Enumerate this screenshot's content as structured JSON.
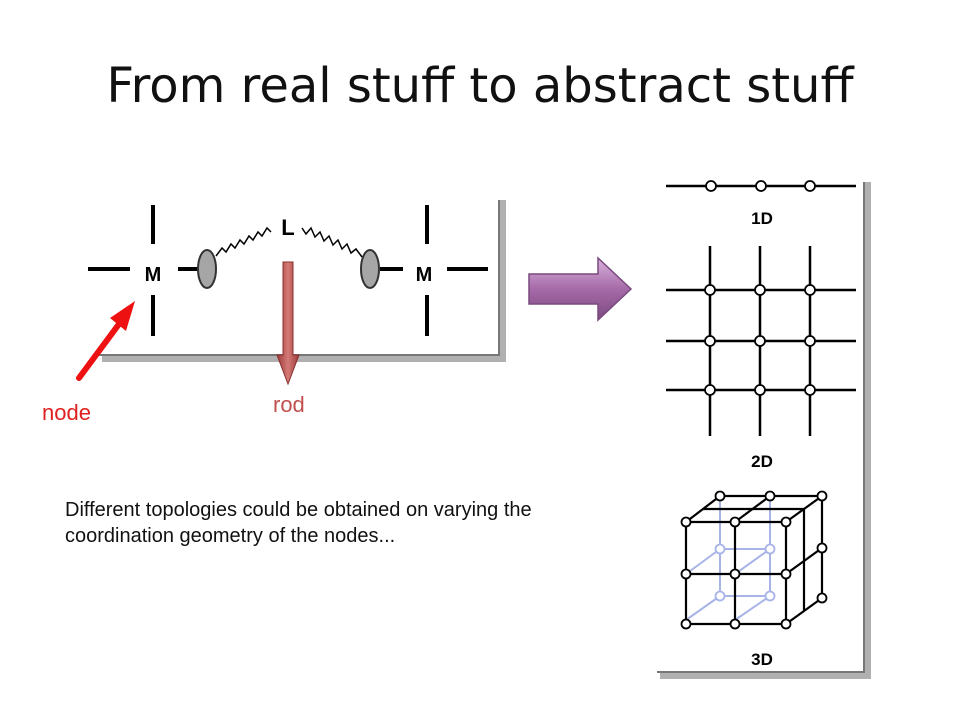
{
  "slide": {
    "title": "From real stuff to abstract stuff",
    "caption": "Different topologies could be obtained on varying the coordination geometry of the nodes..."
  },
  "left_diagram": {
    "metal_label": "M",
    "ligand_label": "L",
    "node_label": "node",
    "rod_label": "rod"
  },
  "right_diagram": {
    "label_1d": "1D",
    "label_2d": "2D",
    "label_3d": "3D"
  },
  "colors": {
    "arrow_red": "#ee1111",
    "rod_arrow": "#c0504d",
    "big_arrow": "#a56aa8",
    "ellipse_fill": "#a6a6a6",
    "frame_shadow": "#b0b0b0",
    "lattice_back": "#a8b4e8"
  }
}
